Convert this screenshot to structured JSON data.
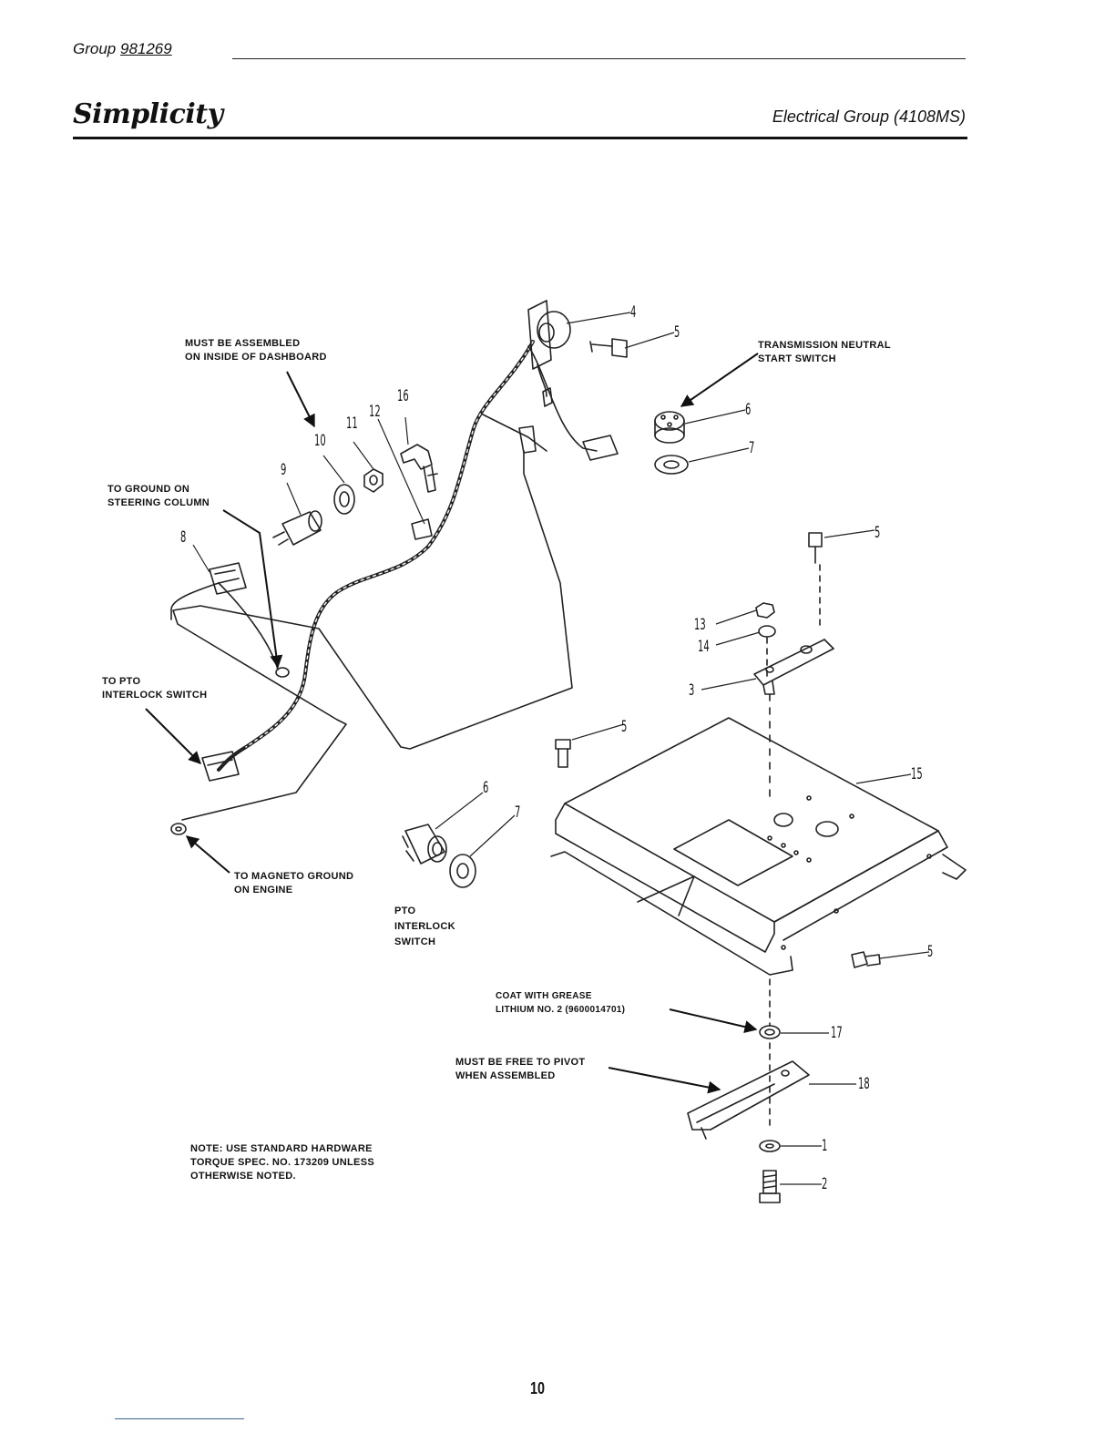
{
  "header": {
    "group_label": "Group",
    "group_number": "981269",
    "brand": "Simplicity",
    "section_title": "Electrical Group (4108MS)"
  },
  "callouts": {
    "dashboard": "MUST BE ASSEMBLED\nON INSIDE OF DASHBOARD",
    "ground_steering": "TO GROUND ON\nSTEERING COLUMN",
    "pto_interlock_wire": "TO PTO\nINTERLOCK SWITCH",
    "magneto_ground": "TO MAGNETO GROUND\nON ENGINE",
    "pto_interlock_switch": "PTO\nINTERLOCK\nSWITCH",
    "transmission_switch": "TRANSMISSION NEUTRAL\nSTART SWITCH",
    "grease": "COAT WITH GREASE\nLITHIUM NO. 2 (9600014701)",
    "pivot": "MUST BE FREE TO PIVOT\nWHEN ASSEMBLED",
    "note": "NOTE: USE STANDARD HARDWARE\nTORQUE SPEC. NO. 173209 UNLESS\nOTHERWISE NOTED."
  },
  "part_numbers": {
    "p4": "4",
    "p5a": "5",
    "p6a": "6",
    "p7a": "7",
    "p16": "16",
    "p12": "12",
    "p11": "11",
    "p10": "10",
    "p9": "9",
    "p8": "8",
    "p5b": "5",
    "p13": "13",
    "p14": "14",
    "p3": "3",
    "p5c": "5",
    "p15": "15",
    "p6b": "6",
    "p7b": "7",
    "p5d": "5",
    "p17": "17",
    "p18": "18",
    "p1": "1",
    "p2": "2"
  },
  "page_number": "10"
}
